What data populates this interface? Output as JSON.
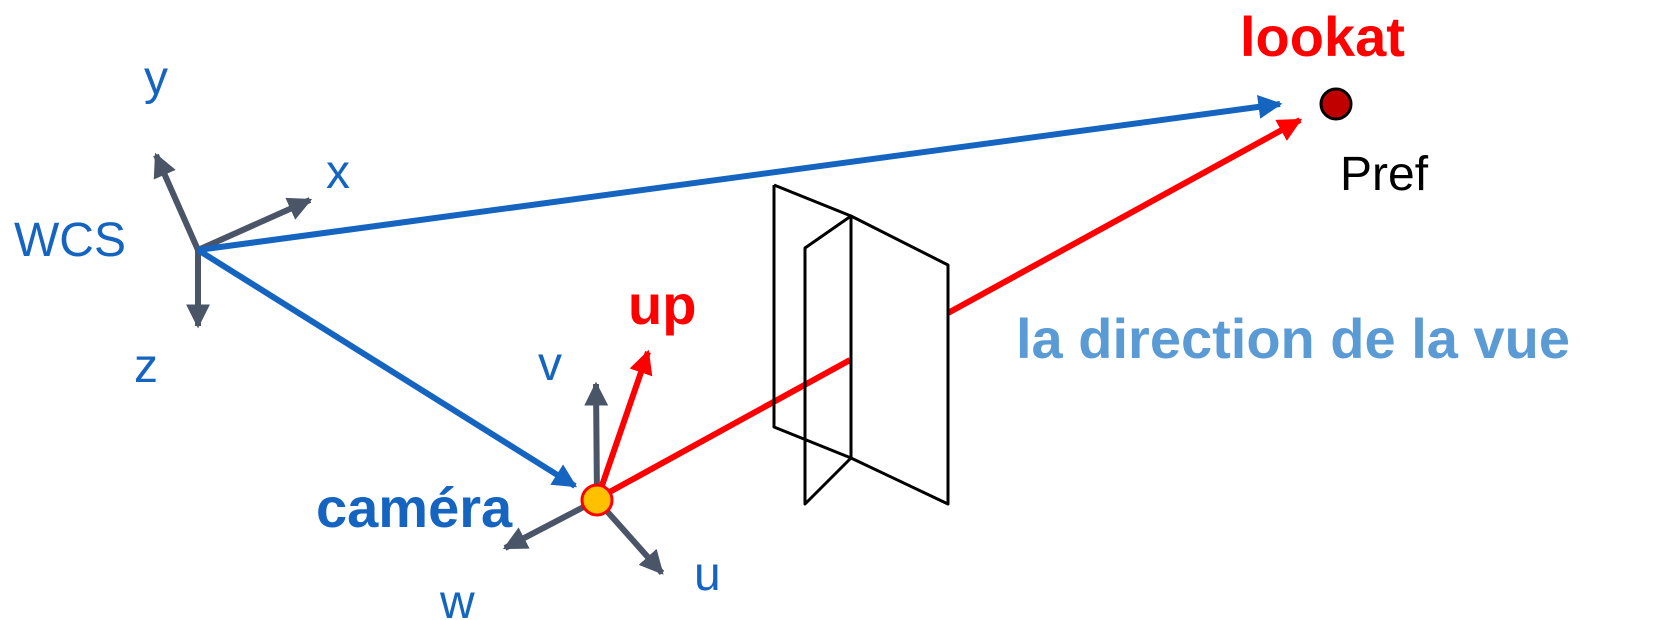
{
  "labels": {
    "wcs": "WCS",
    "wcs_x": "x",
    "wcs_y": "y",
    "wcs_z": "z",
    "camera": "caméra",
    "cam_u": "u",
    "cam_v": "v",
    "cam_w": "w",
    "up": "up",
    "lookat": "lookat",
    "pref": "Pref",
    "view_direction": "la direction de la vue"
  },
  "colors": {
    "blue": "#1565c0",
    "light_blue": "#5b9bd5",
    "red": "#ff0000",
    "axis_gray": "#4a5568",
    "black": "#000000",
    "camera_fill": "#ffc000",
    "pref_fill": "#c00000"
  }
}
